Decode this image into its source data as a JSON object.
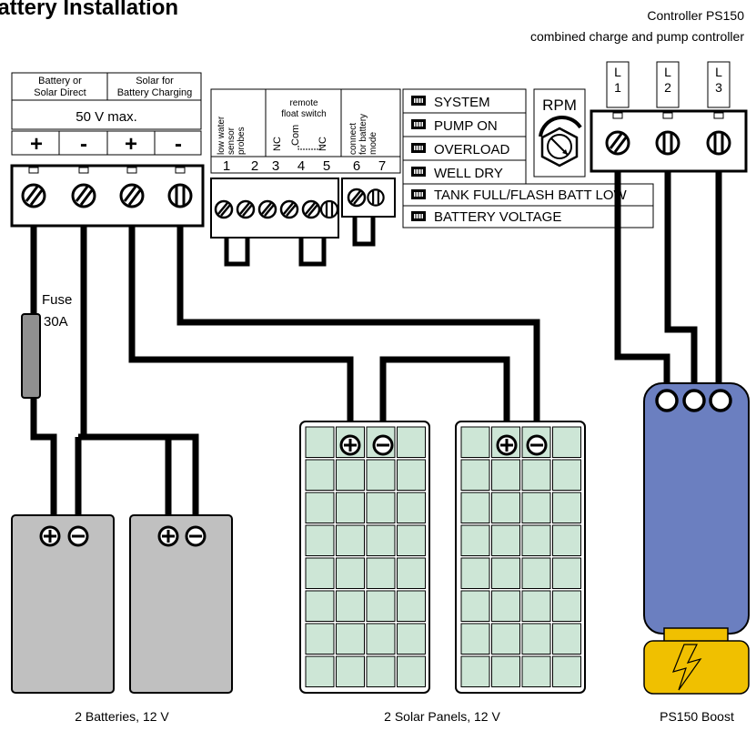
{
  "title": "Battery Installation",
  "controller": {
    "name": "Controller PS150",
    "subtitle": "combined charge and pump controller"
  },
  "terminals": {
    "battery_header": [
      "Battery or",
      "Solar Direct"
    ],
    "solar_header": [
      "Solar for",
      "Battery Charging"
    ],
    "max_voltage": "50 V max.",
    "polarity": [
      "+",
      "-",
      "+",
      "-"
    ],
    "sensor_label": [
      "low water",
      "sensor",
      "probes"
    ],
    "float_label": [
      "remote",
      "float switch"
    ],
    "float_sub": [
      "NC",
      "Com",
      "NC"
    ],
    "battery_mode_label": [
      "connect",
      "for battery",
      "mode"
    ],
    "numbers": [
      "1",
      "2",
      "3",
      "4",
      "5",
      "6",
      "7"
    ],
    "motor": [
      "L",
      "1",
      "L",
      "2",
      "L",
      "3"
    ]
  },
  "indicators": [
    "SYSTEM",
    "PUMP ON",
    "OVERLOAD",
    "WELL DRY",
    "TANK FULL/FLASH BATT LOW",
    "BATTERY VOLTAGE"
  ],
  "rpm_label": "RPM",
  "fuse": [
    "Fuse",
    "30A"
  ],
  "captions": {
    "batteries": "2 Batteries, 12 V",
    "panels": "2 Solar Panels, 12 V",
    "pump": "PS150 Boost"
  },
  "colors": {
    "battery_fill": "#c0c0c0",
    "panel_cell": "#cde6d6",
    "pump_body": "#6b7fc0",
    "pump_motor": "#f0c000",
    "wire": "#000000"
  }
}
